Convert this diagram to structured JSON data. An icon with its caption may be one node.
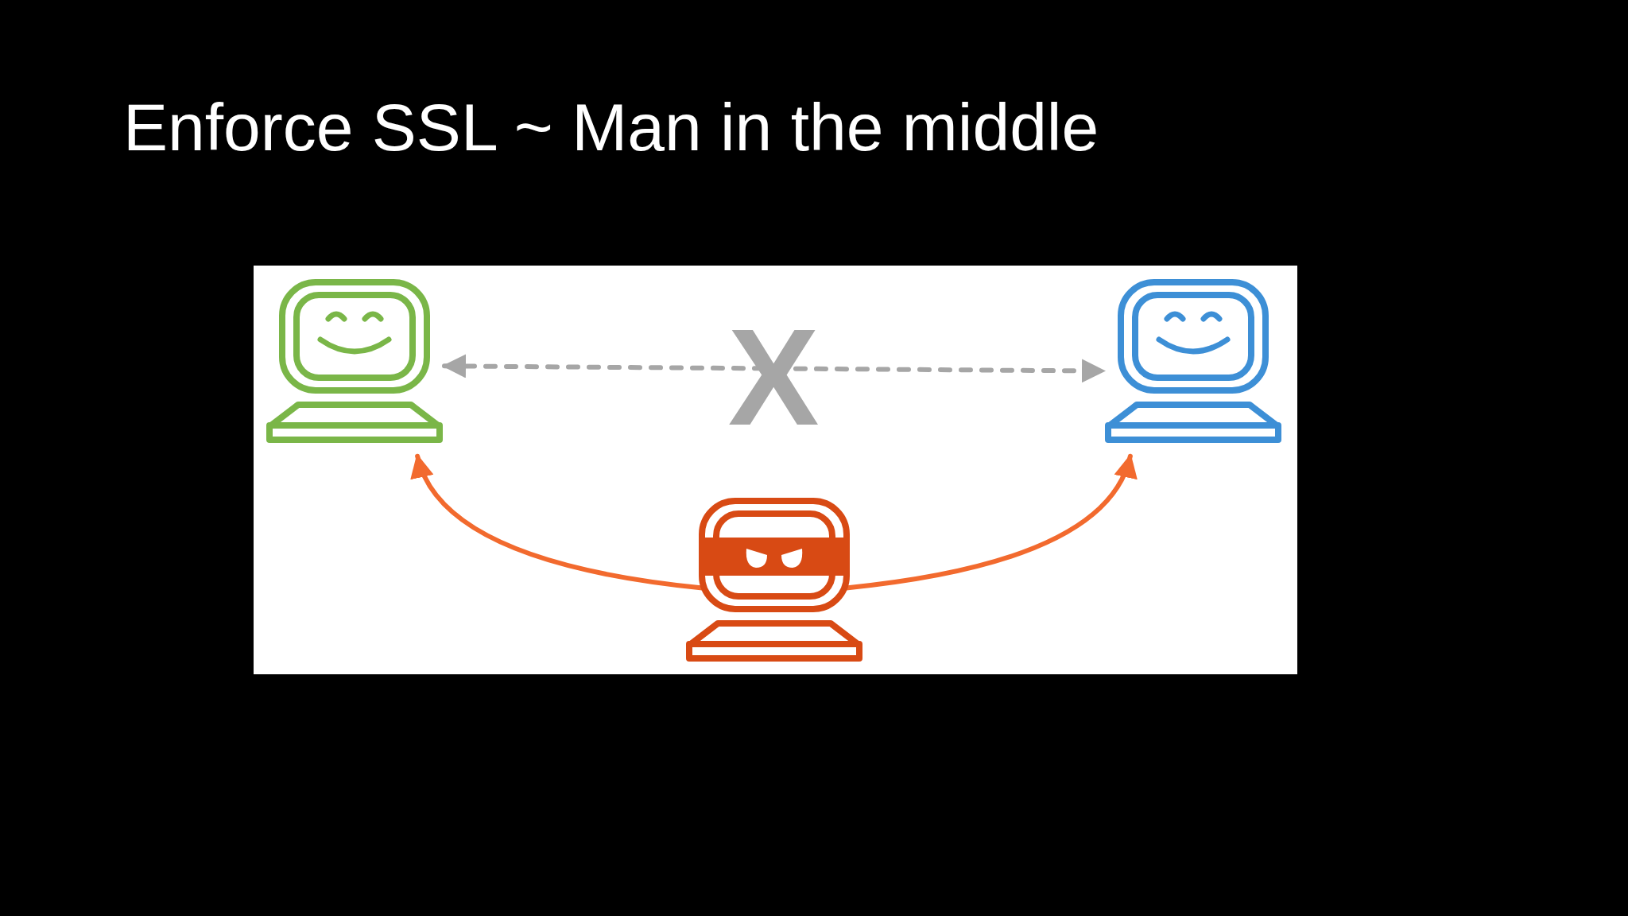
{
  "diagram": {
    "title": "Enforce SSL ~ Man in the middle",
    "nodes": [
      {
        "text": [],
        "shape": "computer"
      },
      {
        "text": [],
        "shape": "computer"
      },
      {
        "text": [],
        "shape": "computer"
      }
    ],
    "edges": [
      {
        "from": 0,
        "to": 1,
        "arrow": "both",
        "style": "dashed",
        "color": "#a6a6a6"
      },
      {
        "from": 2,
        "to": 0,
        "arrow": "to"
      },
      {
        "from": 2,
        "to": 1,
        "arrow": "to"
      }
    ],
    "labels": [
      "X"
    ]
  }
}
